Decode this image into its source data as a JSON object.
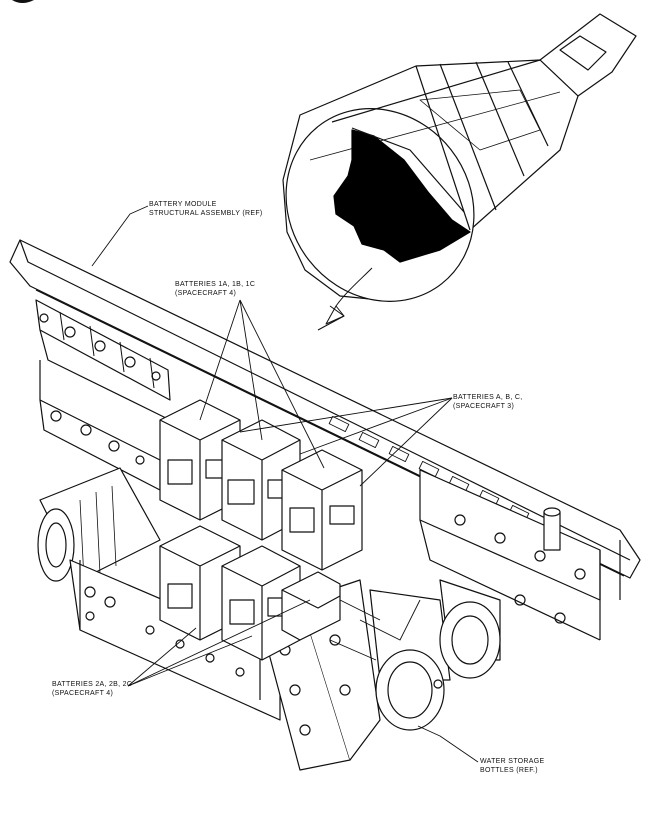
{
  "labels": {
    "module": {
      "line1": "Battery Module",
      "line2": "Structural Assembly (Ref)"
    },
    "batteries_1": {
      "line1": "Batteries 1A, 1B, 1C",
      "line2": "(Spacecraft 4)"
    },
    "batteries_3": {
      "line1": "Batteries A, B, C,",
      "line2": "(Spacecraft 3)"
    },
    "batteries_2": {
      "line1": "Batteries 2A, 2B, 2C",
      "line2": "(Spacecraft 4)"
    },
    "water": {
      "line1": "Water Storage",
      "line2": "Bottles (Ref.)"
    }
  },
  "colors": {
    "ink": "#111111",
    "fill": "#ffffff",
    "dark": "#000000"
  }
}
